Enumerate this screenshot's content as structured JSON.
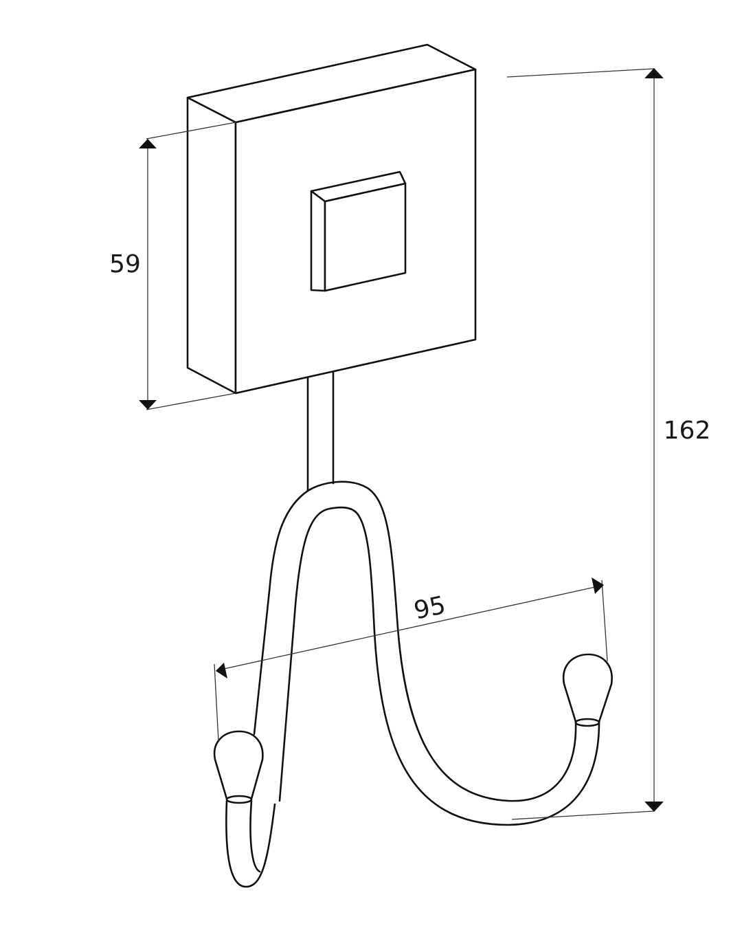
{
  "diagram": {
    "dimensions": {
      "plate_height": {
        "label": "59"
      },
      "total_height": {
        "label": "162"
      },
      "hook_span": {
        "label": "95"
      }
    },
    "colors": {
      "line": "#111111",
      "dimension_line": "#333333",
      "text": "#1a1a1a",
      "fill": "#ffffff"
    }
  }
}
